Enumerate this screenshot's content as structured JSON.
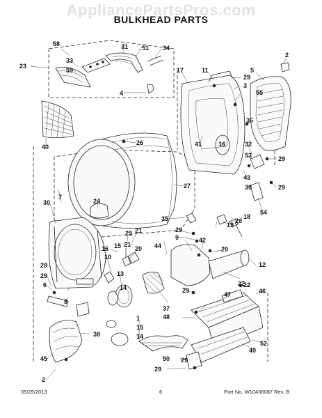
{
  "header": {
    "watermark": "AppliancePartsPros.com",
    "title": "BULKHEAD PARTS"
  },
  "footer": {
    "date": "05/25/2013",
    "page": "6",
    "part_no": "Part No. W10436087  Rev. B"
  },
  "callouts": [
    "58",
    "31",
    "51",
    "34",
    "33",
    "59",
    "23",
    "4",
    "2",
    "5",
    "11",
    "29",
    "3",
    "55",
    "17",
    "40",
    "26",
    "36",
    "41",
    "16",
    "32",
    "53",
    "29",
    "43",
    "39",
    "29",
    "27",
    "7",
    "30",
    "24",
    "54",
    "35",
    "18",
    "20",
    "21",
    "25",
    "19",
    "22",
    "29",
    "9",
    "42",
    "44",
    "16",
    "15",
    "21",
    "20",
    "29",
    "10",
    "12",
    "28",
    "29",
    "6",
    "8",
    "13",
    "14",
    "37",
    "22",
    "46",
    "47",
    "48",
    "29",
    "38",
    "1",
    "15",
    "14",
    "45",
    "2",
    "52",
    "49",
    "50",
    "29",
    "29"
  ]
}
